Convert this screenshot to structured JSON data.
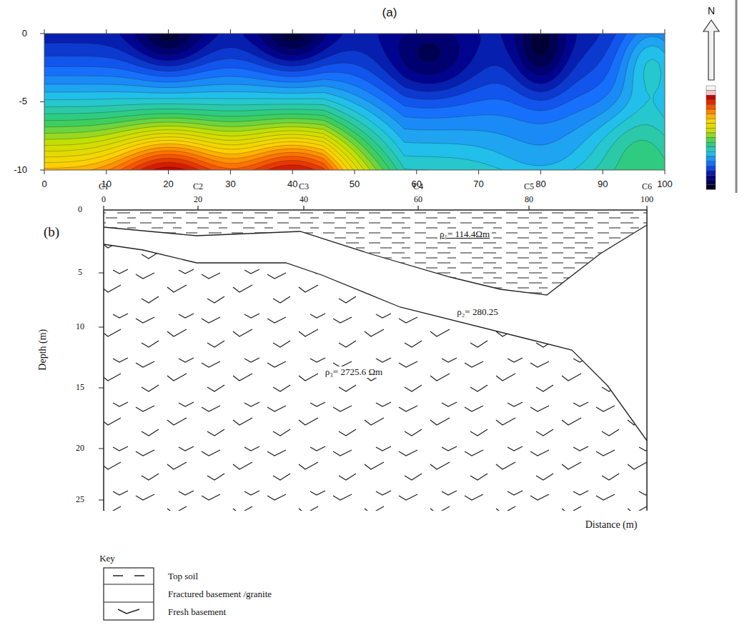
{
  "diagram": {
    "labels": [
      "(a)",
      "0",
      "-5",
      "-10",
      "0",
      "10",
      "20",
      "30",
      "40",
      "50",
      "60",
      "70",
      "80",
      "90",
      "100",
      "N",
      "(b)",
      "C1",
      "C2",
      "C3",
      "C4",
      "C5",
      "C6",
      "0",
      "20",
      "40",
      "60",
      "80",
      "100",
      "0",
      "5",
      "10",
      "15",
      "20",
      "25",
      "Depth (m)",
      "ρ₁= 114.4Ωm",
      "ρ₂= 280.25",
      "ρ₃= 2725.6 Ωm",
      "Distance (m)",
      "Key"
    ],
    "legend": [
      {
        "text": "Top soil"
      },
      {
        "text": "Fractured basement /granite"
      },
      {
        "text": "Fresh basement"
      }
    ]
  }
}
